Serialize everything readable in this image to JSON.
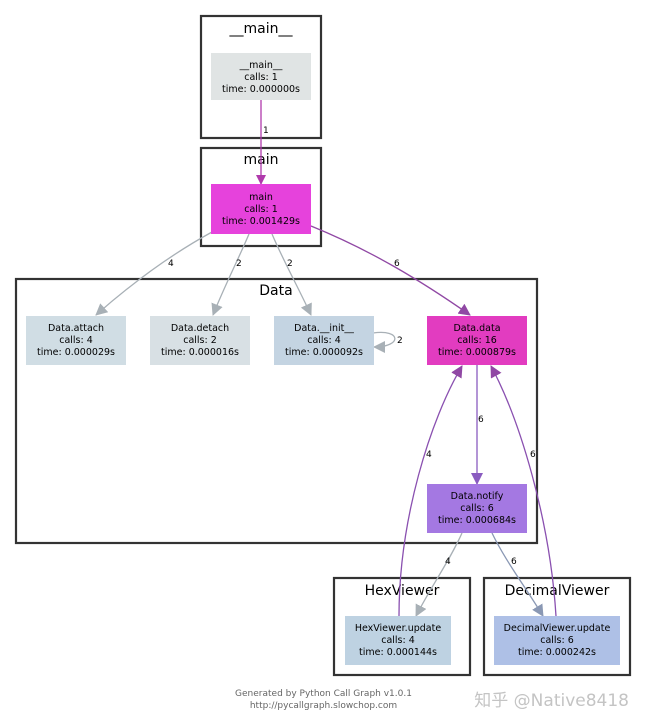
{
  "clusters": {
    "main_module": {
      "title": "__main__"
    },
    "main": {
      "title": "main"
    },
    "data": {
      "title": "Data"
    },
    "hexviewer": {
      "title": "HexViewer"
    },
    "decimalviewer": {
      "title": "DecimalViewer"
    }
  },
  "nodes": {
    "main_main": {
      "name": "__main__",
      "calls": "calls: 1",
      "time": "time: 0.000000s",
      "color": "#e0e4e4"
    },
    "main": {
      "name": "main",
      "calls": "calls: 1",
      "time": "time: 0.001429s",
      "color": "#e642dc"
    },
    "data_attach": {
      "name": "Data.attach",
      "calls": "calls: 4",
      "time": "time: 0.000029s",
      "color": "#d0dde4"
    },
    "data_detach": {
      "name": "Data.detach",
      "calls": "calls: 2",
      "time": "time: 0.000016s",
      "color": "#d8e0e4"
    },
    "data_init": {
      "name": "Data.__init__",
      "calls": "calls: 4",
      "time": "time: 0.000092s",
      "color": "#c4d4e2"
    },
    "data_data": {
      "name": "Data.data",
      "calls": "calls: 16",
      "time": "time: 0.000879s",
      "color": "#e23cc0"
    },
    "data_notify": {
      "name": "Data.notify",
      "calls": "calls: 6",
      "time": "time: 0.000684s",
      "color": "#a478e2"
    },
    "hex_update": {
      "name": "HexViewer.update",
      "calls": "calls: 4",
      "time": "time: 0.000144s",
      "color": "#bed2e2"
    },
    "dec_update": {
      "name": "DecimalViewer.update",
      "calls": "calls: 6",
      "time": "time: 0.000242s",
      "color": "#aec0e6"
    }
  },
  "edges": {
    "main_main_to_main": {
      "label": "1",
      "color": "#b03aac"
    },
    "main_to_attach": {
      "label": "4",
      "color": "#a8b0b6"
    },
    "main_to_detach": {
      "label": "2",
      "color": "#a8b0b6"
    },
    "main_to_init": {
      "label": "2",
      "color": "#a8b0b6"
    },
    "main_to_data": {
      "label": "6",
      "color": "#9048a4"
    },
    "init_self": {
      "label": "2",
      "color": "#a8b0b6"
    },
    "data_to_notify": {
      "label": "6",
      "color": "#8a5cc0"
    },
    "hex_to_data": {
      "label": "4",
      "color": "#8a50b0"
    },
    "dec_to_data": {
      "label": "6",
      "color": "#8a50b0"
    },
    "notify_to_hex": {
      "label": "4",
      "color": "#a8b0b6"
    },
    "notify_to_dec": {
      "label": "6",
      "color": "#8a98b4"
    }
  },
  "footer": {
    "line1": "Generated by Python Call Graph v1.0.1",
    "line2": "http://pycallgraph.slowchop.com"
  },
  "watermark": "知乎 @Native8418"
}
